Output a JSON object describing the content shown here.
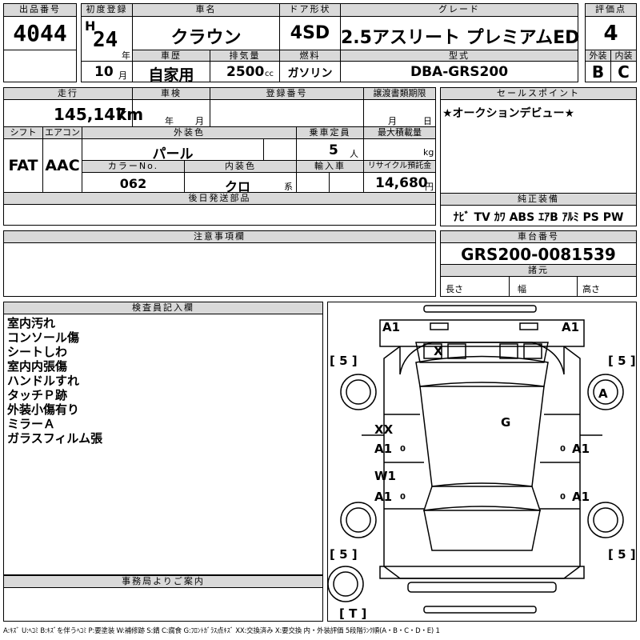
{
  "header": {
    "lot_label": "出品番号",
    "lot": "4044",
    "reg_label": "初度登録",
    "era": "H",
    "year": "24",
    "year_unit": "年",
    "month": "10",
    "month_unit": "月",
    "name_label": "車名",
    "name": "クラウン",
    "door_label": "ドア形状",
    "door": "4SD",
    "grade_label": "グレード",
    "grade": "2.5アスリート プレミアムED",
    "score_label": "評価点",
    "score": "4",
    "history_label": "車歴",
    "history": "自家用",
    "disp_label": "排気量",
    "disp": "2500",
    "disp_unit": "cc",
    "fuel_label": "燃料",
    "fuel": "ガソリン",
    "model_label": "型式",
    "model": "DBA-GRS200",
    "ext_label": "外装",
    "ext": "B",
    "int_label": "内装",
    "int": "C"
  },
  "row2": {
    "mileage_label": "走行",
    "mileage": "145,147",
    "mileage_unit": "km",
    "inspect_label": "車検",
    "inspect_year": "年",
    "inspect_month": "月",
    "plate_label": "登録番号",
    "transfer_label": "譲渡書類期限",
    "transfer_month": "月",
    "transfer_day": "日",
    "shift_label": "シフト",
    "shift": "FAT",
    "ac_label": "エアコン",
    "ac": "AAC",
    "color_label": "外装色",
    "color": "パール",
    "seats_label": "乗車定員",
    "seats": "5",
    "seats_unit": "人",
    "load_label": "最大積載量",
    "load_unit": "kg",
    "colorno_label": "カラーNo.",
    "colorno": "062",
    "intcolor_label": "内装色",
    "intcolor": "クロ",
    "intcolor_unit": "系",
    "import_label": "輸入車",
    "recycle_label": "リサイクル預託金",
    "recycle": "14,680",
    "recycle_unit": "円",
    "later_label": "後日発送部品"
  },
  "sales": {
    "label": "セールスポイント",
    "text": "★オークションデビュー★"
  },
  "equip": {
    "label": "純正装備",
    "items": "ﾅﾋﾞ TV ｶﾜ ABS ｴｱB ｱﾙﾐ PS PW"
  },
  "notes": {
    "label": "注意事項欄"
  },
  "chassis": {
    "label": "車台番号",
    "value": "GRS200-0081539",
    "dims_label": "諸元",
    "len": "長さ",
    "wid": "幅",
    "hgt": "高さ"
  },
  "inspector": {
    "label": "検査員記入欄",
    "lines": [
      "室内汚れ",
      "コンソール傷",
      "シートしわ",
      "室内内張傷",
      "ハンドルすれ",
      "タッチＰ跡",
      "外装小傷有り",
      "ミラーＡ",
      "ガラスフィルム張"
    ]
  },
  "office": {
    "label": "事務局よりご案内"
  },
  "diagram": {
    "marks": {
      "front_left": "A1",
      "front_right": "A1",
      "windshield": "X",
      "right_front_wheel": "A",
      "roof": "G",
      "left_front_door_1": "XX",
      "left_front_door_2": "A1",
      "right_front_door": "A1",
      "left_rear_door_1": "W1",
      "left_rear_door_2": "A1",
      "right_rear_door": "A1",
      "tire_fl": "[ 5 ]",
      "tire_fr": "[ 5 ]",
      "tire_rl": "[ 5 ]",
      "tire_rr": "[ 5 ]",
      "trunk": "[ T ]",
      "zero": "0"
    }
  },
  "legend": "A:ｷｽﾞ U:ﾍｺﾐ B:ｷｽﾞを伴うﾍｺﾐ P:要塗装 W:補修跡 S:錆 C:腐食 G:ﾌﾛﾝﾄｶﾞﾗｽ点ｷｽﾞ XX:交換済み X:要交換 内・外装評価 5段階ﾗﾝｸ順(A・B・C・D・E) 1"
}
